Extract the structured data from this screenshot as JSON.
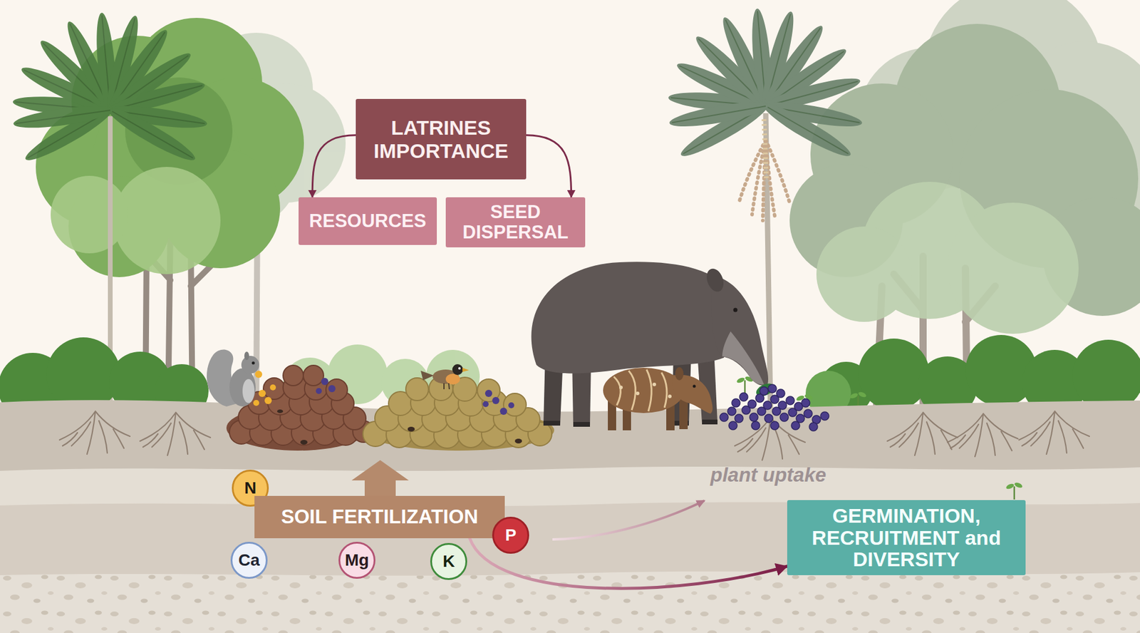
{
  "diagram": {
    "nodes": [
      {
        "text": [
          "LATRINES IMPORTANCE"
        ]
      },
      {
        "text": [
          "RESOURCES"
        ]
      },
      {
        "text": [
          "SEED DISPERSAL"
        ]
      },
      {
        "text": [
          "N"
        ]
      },
      {
        "text": [
          "SOIL FERTILIZATION"
        ]
      },
      {
        "text": [
          "Ca"
        ]
      },
      {
        "text": [
          "Mg"
        ]
      },
      {
        "text": [
          "K"
        ]
      },
      {
        "text": [
          "P"
        ]
      },
      {
        "text": [
          "GERMINATION, RECRUITMENT and DIVERSITY"
        ]
      }
    ],
    "edges": [
      {
        "from": 0,
        "to": 1,
        "arrow": "to"
      },
      {
        "from": 0,
        "to": 2,
        "arrow": "to"
      },
      {
        "from": 4,
        "to": 9,
        "arrow": "to"
      }
    ],
    "labels": [
      "plant uptake"
    ]
  }
}
